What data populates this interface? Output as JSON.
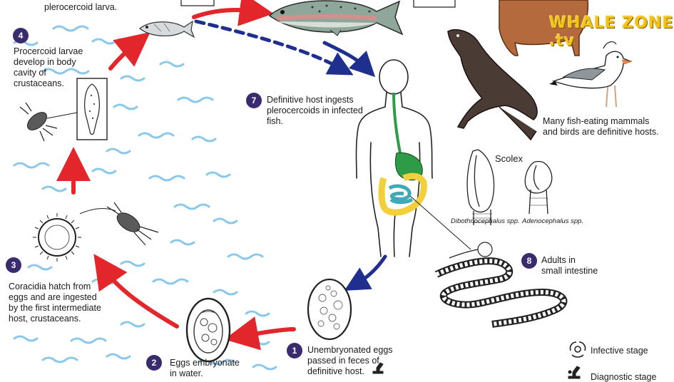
{
  "steps": {
    "s1": {
      "number": "1",
      "lines": [
        "Unembryonated eggs",
        "passed in feces of",
        "definitive host."
      ]
    },
    "s2": {
      "number": "2",
      "lines": [
        "Eggs embryonate",
        "in water."
      ]
    },
    "s3": {
      "number": "3",
      "lines": [
        "Coracidia hatch from",
        "eggs and are ingested",
        "by the first intermediate",
        "host, crustaceans."
      ]
    },
    "s4": {
      "number": "4",
      "lines": [
        "Procercoid larvae",
        "develop in body",
        "cavity of",
        "crustaceans."
      ]
    },
    "s5_partial": {
      "lines": [
        "plerocercoid larva."
      ]
    },
    "s7": {
      "number": "7",
      "lines": [
        "Definitive host ingests",
        "plerocercoids in infected",
        "fish."
      ]
    },
    "s8": {
      "number": "8",
      "lines": [
        "Adults in",
        "small intestine"
      ]
    }
  },
  "hosts_note": {
    "lines": [
      "Many fish-eating mammals",
      "and birds are definitive hosts."
    ]
  },
  "scolex": {
    "title": "Scolex",
    "genus_left": "Dibothriocephalus spp.",
    "genus_right": "Adenocephalus spp."
  },
  "legend": {
    "infective": "Infective stage",
    "diagnostic": "Diagnostic stage"
  },
  "watermark": "WHALE ZONE .tv",
  "colors": {
    "red_arrow": "#e3262b",
    "blue_arrow": "#1f2f8f",
    "number_badge": "#3a2a6e",
    "water": "#7ec3ea",
    "gut_green": "#2e9b47",
    "gut_yellow": "#f2cf3b",
    "gut_teal": "#3fa9b5",
    "watermark": "#f2c21a"
  },
  "icons": [
    "biohazard-icon",
    "microscope-icon"
  ]
}
